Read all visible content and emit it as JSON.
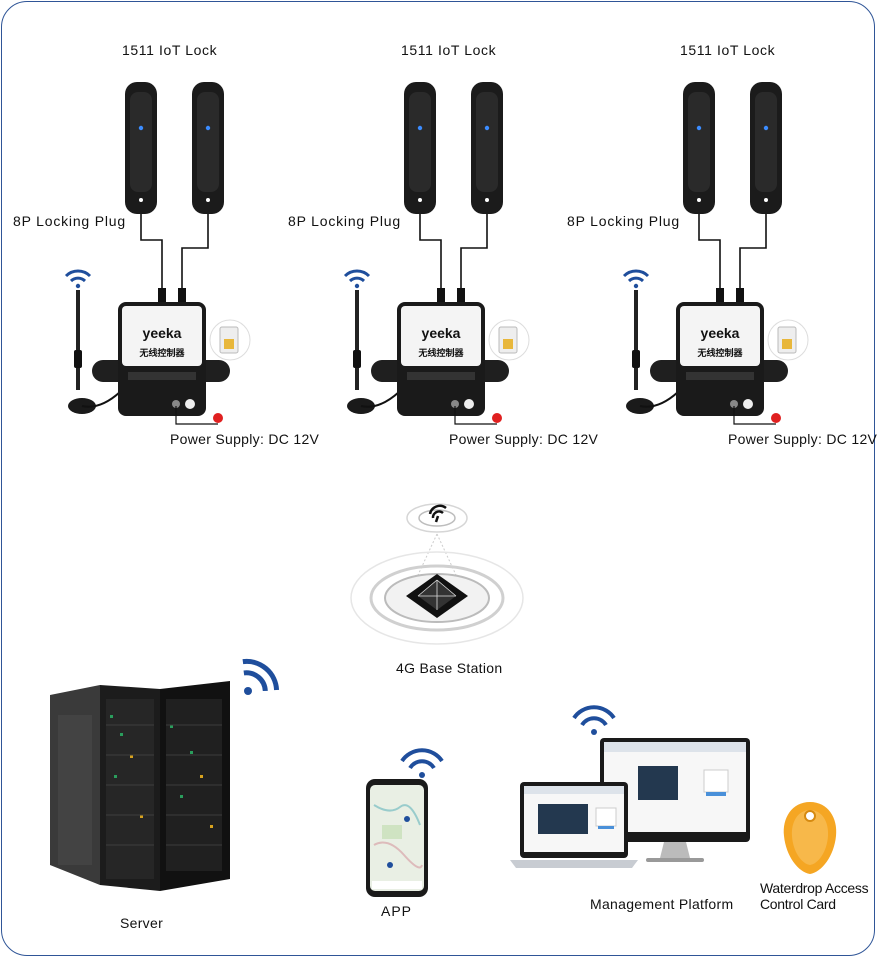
{
  "units": [
    {
      "lock_label": "1511 IoT Lock",
      "plug_label": "8P Locking Plug",
      "power_label": "Power Supply: DC 12V"
    },
    {
      "lock_label": "1511 IoT Lock",
      "plug_label": "8P Locking Plug",
      "power_label": "Power Supply: DC 12V"
    },
    {
      "lock_label": "1511 IoT Lock",
      "plug_label": "8P Locking Plug",
      "power_label": "Power Supply: DC 12V"
    }
  ],
  "controller": {
    "brand": "yeeka",
    "model_text": "无线控制器"
  },
  "base_station": {
    "label": "4G Base Station"
  },
  "server": {
    "label": "Server"
  },
  "app": {
    "label": "APP"
  },
  "platform": {
    "label": "Management Platform"
  },
  "card": {
    "label_line1": "Waterdrop Access",
    "label_line2": "Control Card"
  },
  "colors": {
    "wifi": "#1f4e9c",
    "frame": "#2f5597",
    "power_dot": "#e02020",
    "card": "#f5a623"
  },
  "icons": [
    "wifi-icon",
    "antenna-icon",
    "sim-card-icon",
    "tower-icon",
    "server-rack-icon",
    "phone-icon",
    "laptop-icon",
    "monitor-icon",
    "keyfob-icon"
  ]
}
